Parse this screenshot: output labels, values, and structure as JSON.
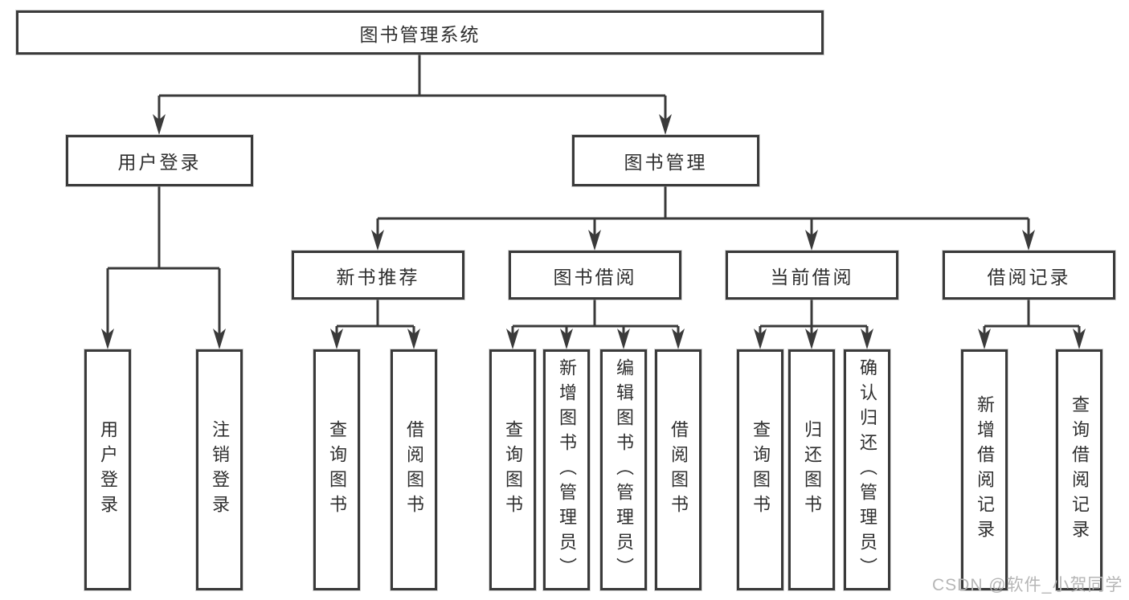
{
  "tree": {
    "root": {
      "label": "图书管理系统"
    },
    "branches": [
      {
        "label": "用户登录",
        "children": [
          {
            "label": "用户登录"
          },
          {
            "label": "注销登录"
          }
        ]
      },
      {
        "label": "图书管理",
        "children": [
          {
            "label": "新书推荐",
            "children": [
              {
                "label": "查询图书"
              },
              {
                "label": "借阅图书"
              }
            ]
          },
          {
            "label": "图书借阅",
            "children": [
              {
                "label": "查询图书"
              },
              {
                "label": "新增图书（管理员）"
              },
              {
                "label": "编辑图书（管理员）"
              },
              {
                "label": "借阅图书"
              }
            ]
          },
          {
            "label": "当前借阅",
            "children": [
              {
                "label": "查询图书"
              },
              {
                "label": "归还图书"
              },
              {
                "label": "确认归还（管理员）"
              }
            ]
          },
          {
            "label": "借阅记录",
            "children": [
              {
                "label": "新增借阅记录"
              },
              {
                "label": "查询借阅记录"
              }
            ]
          }
        ]
      }
    ]
  },
  "watermark": {
    "text": "CSDN @软件_小贺同学"
  },
  "colors": {
    "line": "#3a3a3a",
    "text": "#2f2f2f",
    "watermark": "#b6b6b6",
    "background": "#ffffff"
  }
}
